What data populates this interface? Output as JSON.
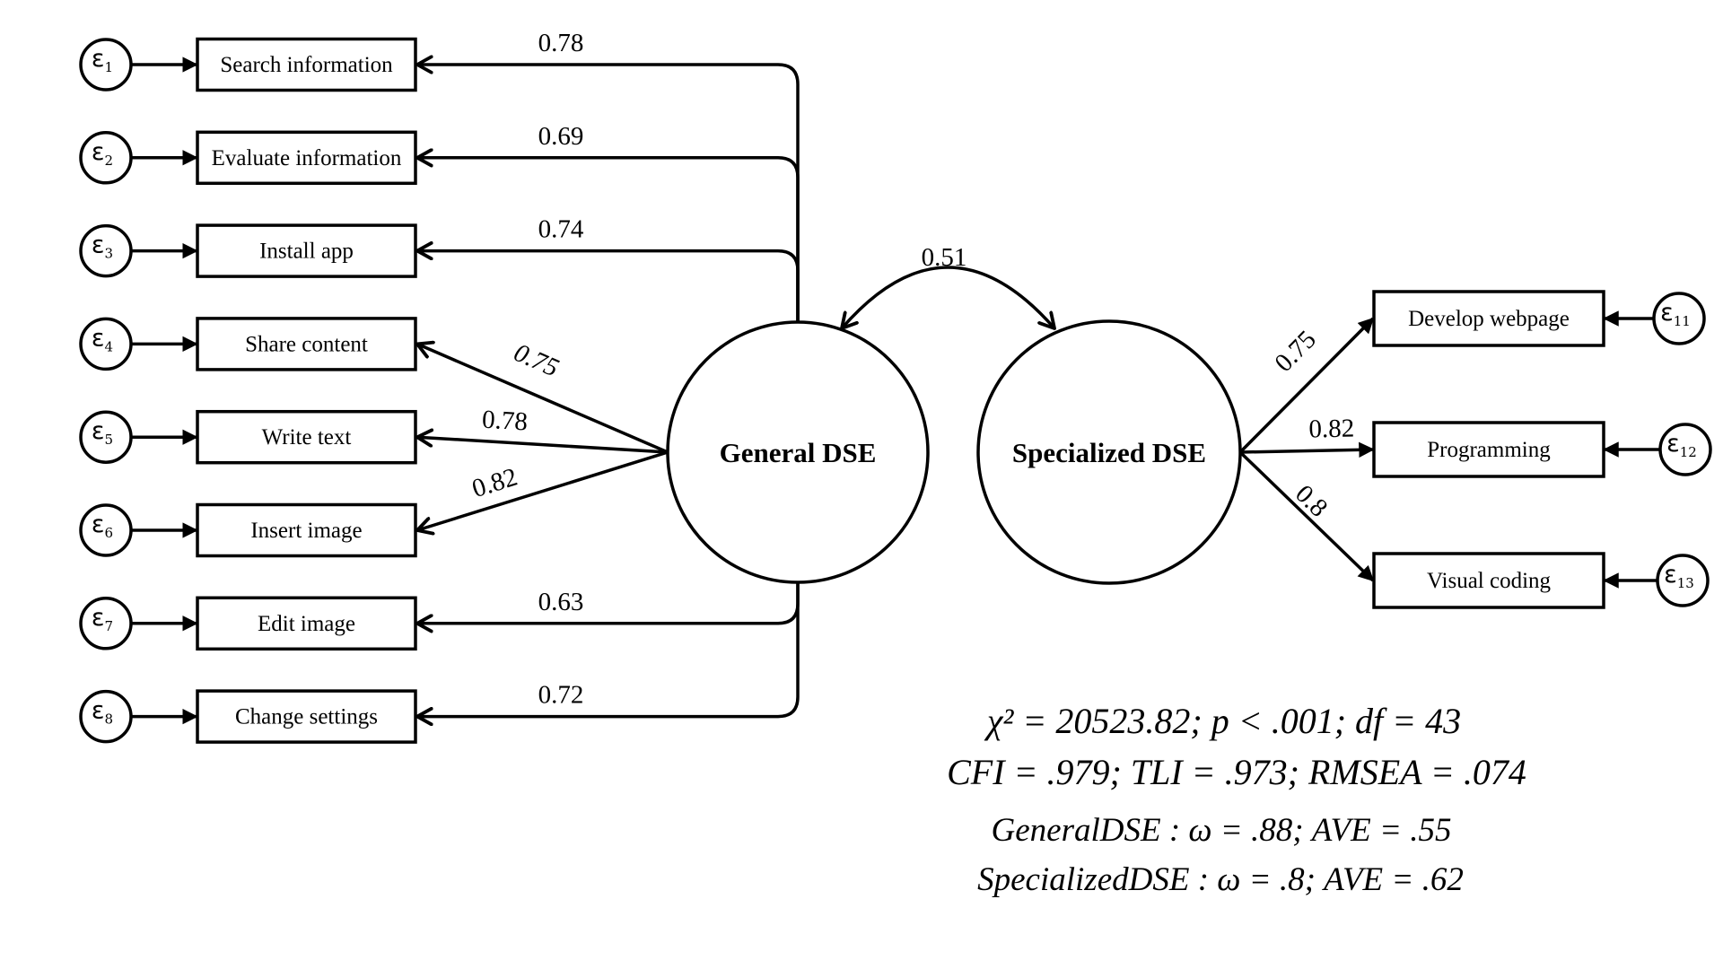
{
  "diagram": {
    "type": "structural-equation-model",
    "latent_factors": [
      {
        "id": "general",
        "label": "General DSE"
      },
      {
        "id": "specialized",
        "label": "Specialized DSE"
      }
    ],
    "factor_correlation": {
      "from": "general",
      "to": "specialized",
      "value": "0.51"
    },
    "indicators_left": [
      {
        "label": "Search information",
        "loading": "0.78",
        "error": "ε",
        "error_index": "1"
      },
      {
        "label": "Evaluate information",
        "loading": "0.69",
        "error": "ε",
        "error_index": "2"
      },
      {
        "label": "Install app",
        "loading": "0.74",
        "error": "ε",
        "error_index": "3"
      },
      {
        "label": "Share content",
        "loading": "0.75",
        "error": "ε",
        "error_index": "4"
      },
      {
        "label": "Write text",
        "loading": "0.78",
        "error": "ε",
        "error_index": "5"
      },
      {
        "label": "Insert image",
        "loading": "0.82",
        "error": "ε",
        "error_index": "6"
      },
      {
        "label": "Edit image",
        "loading": "0.63",
        "error": "ε",
        "error_index": "7"
      },
      {
        "label": "Change settings",
        "loading": "0.72",
        "error": "ε",
        "error_index": "8"
      }
    ],
    "indicators_right": [
      {
        "label": "Develop webpage",
        "loading": "0.75",
        "error": "ε",
        "error_index": "11"
      },
      {
        "label": "Programming",
        "loading": "0.82",
        "error": "ε",
        "error_index": "12"
      },
      {
        "label": "Visual coding",
        "loading": "0.8",
        "error": "ε",
        "error_index": "13"
      }
    ],
    "fit_statistics": {
      "line1": "χ² = 20523.82; p < .001; df = 43",
      "line2": "CFI = .979; TLI = .973; RMSEA = .074",
      "line3": "GeneralDSE : ω = .88; AVE = .55",
      "line4": "SpecializedDSE : ω = .8; AVE = .62"
    },
    "fit_values": {
      "chi_square": 20523.82,
      "p": "< .001",
      "df": 43,
      "CFI": 0.979,
      "TLI": 0.973,
      "RMSEA": 0.074,
      "general_omega": 0.88,
      "general_AVE": 0.55,
      "specialized_omega": 0.8,
      "specialized_AVE": 0.62
    },
    "colors": {
      "stroke": "#000000",
      "background": "#ffffff"
    }
  }
}
